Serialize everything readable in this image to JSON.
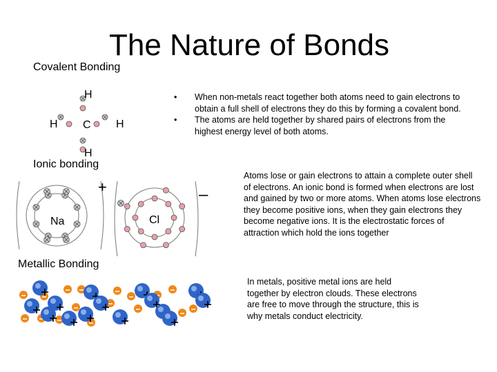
{
  "title": "The Nature of Bonds",
  "sections": {
    "covalent": {
      "heading": "Covalent Bonding",
      "bullets": [
        "When non-metals react together both atoms need to gain electrons to obtain a full shell of electrons they do this by forming a covalent bond.",
        "The atoms are held together by shared pairs of electrons from the highest energy level of both atoms."
      ],
      "diagram": {
        "center": "C",
        "top": "H",
        "left": "H",
        "right": "H",
        "bottom": "H"
      }
    },
    "ionic": {
      "heading": "Ionic bonding",
      "text": "Atoms lose or gain electrons to attain a complete outer shell of electrons. An ionic bond is formed when electrons are lost and gained by two or more atoms. When atoms lose electrons they become positive ions, when they gain electrons they become negative ions. It is the electrostatic forces of attraction which hold the ions together",
      "sodium_label": "Na",
      "chlorine_label": "Cl",
      "positive_sign": "+",
      "negative_sign": "–"
    },
    "metallic": {
      "heading": "Metallic Bonding",
      "text": "In metals, positive metal ions are held together by electron clouds. These electrons are free to move through the structure, this is why metals conduct electricity."
    }
  },
  "colors": {
    "proton_electron": "#e8a0a8",
    "shared_electron": "#c8c8c8",
    "ion_blue": "#2f64c8",
    "electron_orange": "#f08818"
  }
}
